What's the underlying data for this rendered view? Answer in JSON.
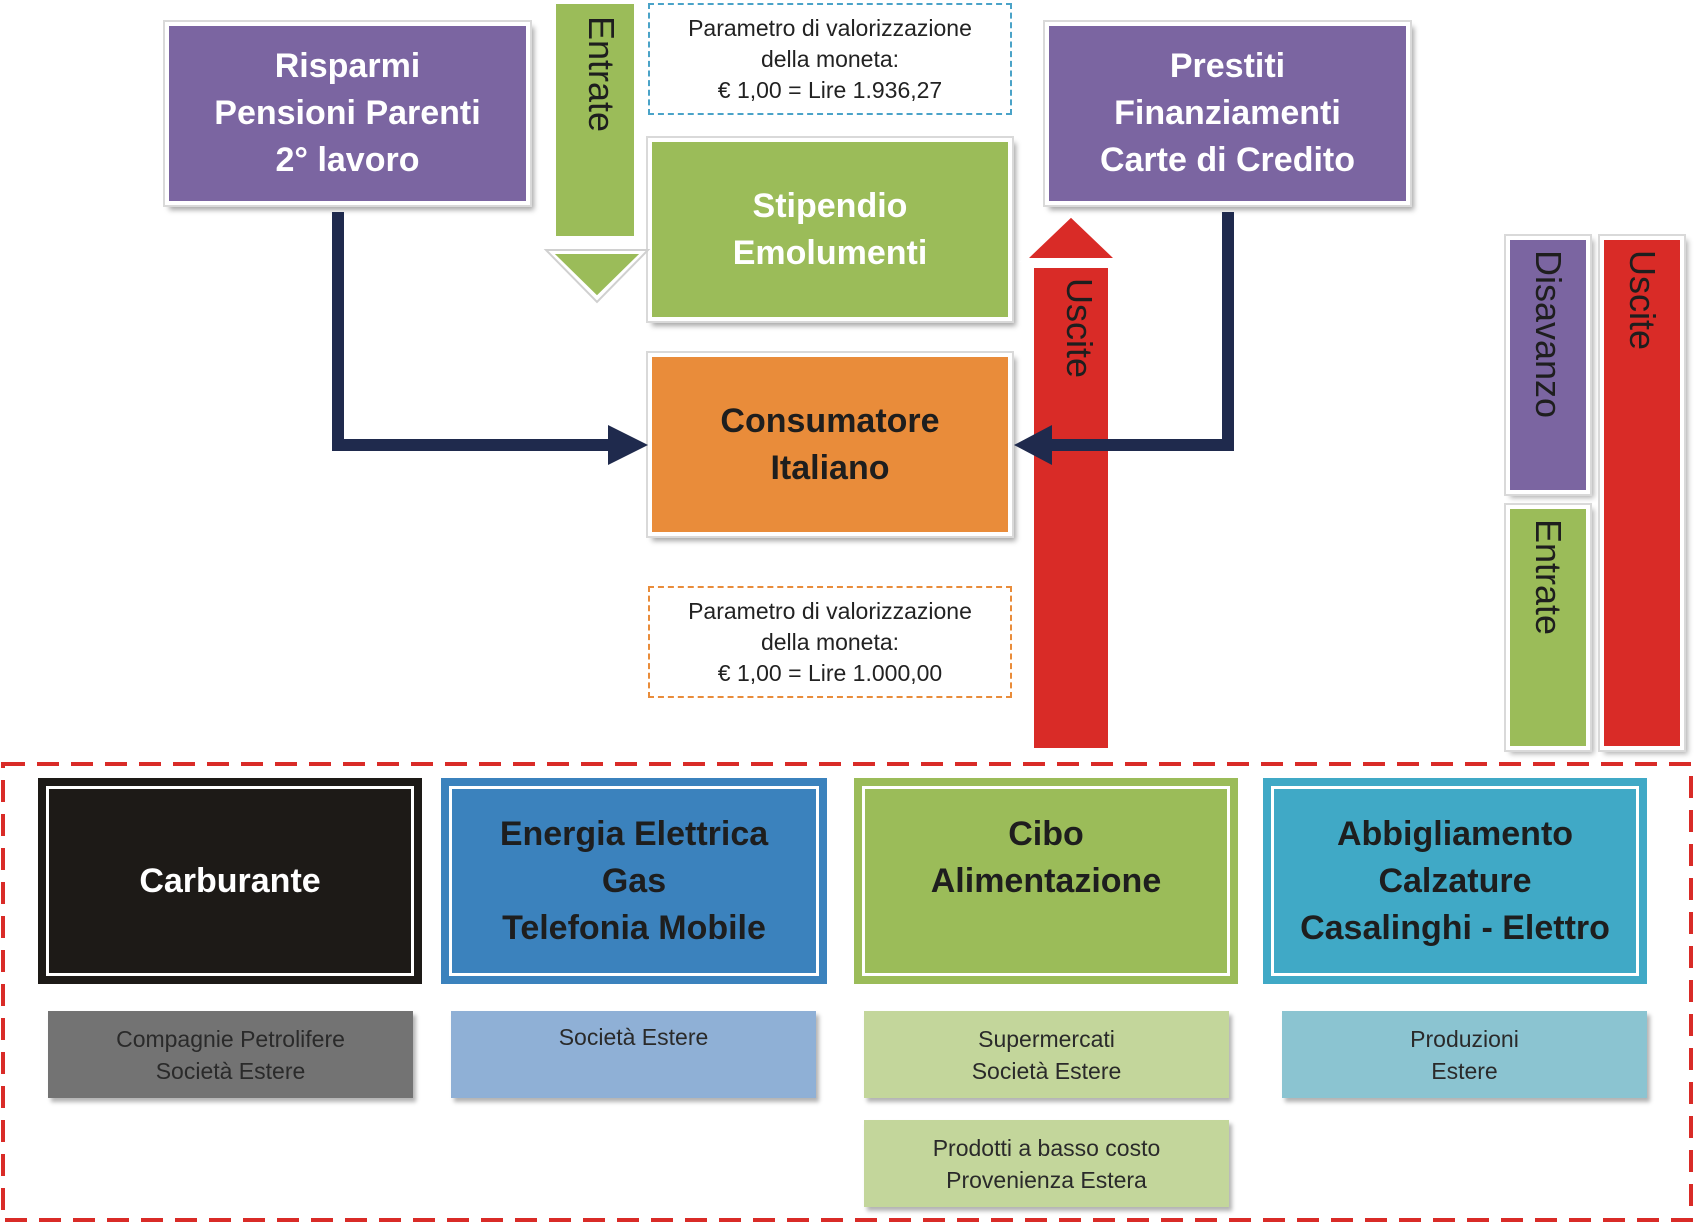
{
  "top_left_box": {
    "lines": [
      "Risparmi",
      "Pensioni Parenti",
      "2° lavoro"
    ]
  },
  "top_right_box": {
    "lines": [
      "Prestiti",
      "Finanziamenti",
      "Carte di Credito"
    ]
  },
  "entrate_arrow": {
    "label": "Entrate"
  },
  "uscite_arrow": {
    "label": "Uscite"
  },
  "note_top": {
    "lines": [
      "Parametro di valorizzazione",
      "della moneta:",
      "€ 1,00 = Lire 1.936,27"
    ]
  },
  "note_bottom": {
    "lines": [
      "Parametro di valorizzazione",
      "della moneta:",
      "€ 1,00 = Lire 1.000,00"
    ]
  },
  "stipendio_box": {
    "lines": [
      "Stipendio",
      "Emolumenti"
    ]
  },
  "consumatore_box": {
    "lines": [
      "Consumatore",
      "Italiano"
    ]
  },
  "legend_bars": {
    "disavanzo": "Disavanzo",
    "entrate": "Entrate",
    "uscite": "Uscite"
  },
  "categories": [
    {
      "lines": [
        "Carburante"
      ],
      "subs": [
        [
          "Compagnie Petrolifere",
          "Società Estere"
        ]
      ]
    },
    {
      "lines": [
        "Energia Elettrica",
        "Gas",
        "Telefonia Mobile"
      ],
      "subs": [
        [
          "Società Estere"
        ]
      ]
    },
    {
      "lines": [
        "Cibo",
        "Alimentazione"
      ],
      "subs": [
        [
          "Supermercati",
          "Società Estere"
        ],
        [
          "Prodotti a basso costo",
          "Provenienza Estera"
        ]
      ]
    },
    {
      "lines": [
        "Abbigliamento",
        "Calzature",
        "Casalinghi - Elettro"
      ],
      "subs": [
        [
          "Produzioni",
          "Estere"
        ]
      ]
    }
  ],
  "colors": {
    "purple": "#7b65a1",
    "green": "#9bbc59",
    "orange": "#e98c3a",
    "red": "#d92b27",
    "navy": "#1f2a4d",
    "black_cat": "#1d1a17",
    "blue_cat": "#3b82bd",
    "teal_cat": "#40a9c6"
  }
}
